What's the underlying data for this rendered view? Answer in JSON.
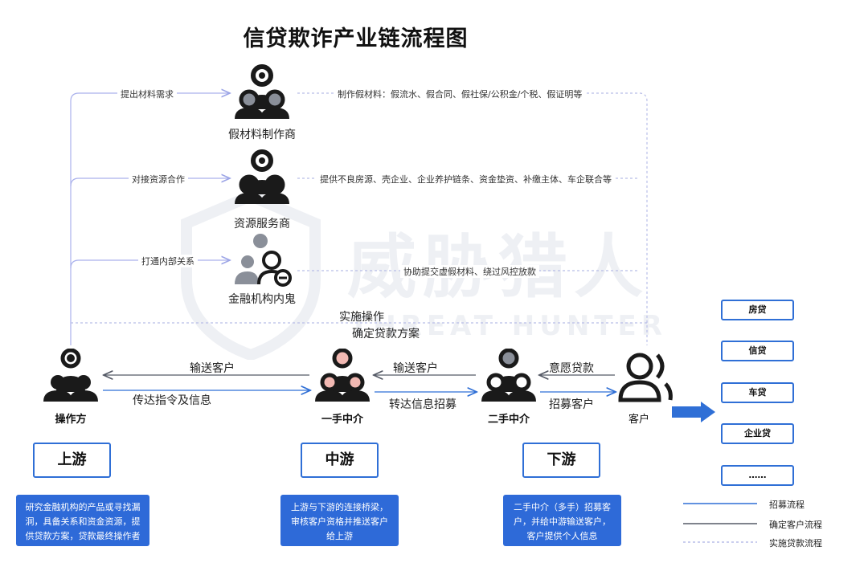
{
  "title": "信贷欺诈产业链流程图",
  "watermark": {
    "main": "威胁猎人",
    "sub": "THREAT HUNTER"
  },
  "suppliers": [
    {
      "name": "假材料制作商",
      "request": "提出材料需求",
      "supply": "制作假材料：假流水、假合同、假社保/公积金/个税、假证明等"
    },
    {
      "name": "资源服务商",
      "request": "对接资源合作",
      "supply": "提供不良房源、壳企业、企业养护链条、资金垫资、补缴主体、车企联合等"
    },
    {
      "name": "金融机构内鬼",
      "request": "打通内部关系",
      "supply": "协助提交虚假材料、绕过风控放款"
    }
  ],
  "execution": {
    "line1": "实施操作",
    "line2": "确定贷款方案"
  },
  "actors": {
    "operator": "操作方",
    "first_agent": "一手中介",
    "second_agent": "二手中介",
    "customer": "客户"
  },
  "flows": {
    "op_to_first": "传达指令及信息",
    "first_to_op": "输送客户",
    "first_to_second": "转达信息招募",
    "second_to_first": "输送客户",
    "second_to_customer": "招募客户",
    "customer_to_second": "意愿贷款"
  },
  "stages": [
    {
      "name": "上游",
      "desc": "研究金融机构的产品或寻找漏洞，具备关系和资金资源，提供贷款方案，贷款最终操作者"
    },
    {
      "name": "中游",
      "desc": "上游与下游的连接桥梁，审核客户资格并推送客户给上游"
    },
    {
      "name": "下游",
      "desc": "二手中介（多手）招募客户，并给中游输送客户，客户提供个人信息"
    }
  ],
  "loan_types": [
    "房贷",
    "信贷",
    "车贷",
    "企业贷",
    "……"
  ],
  "legend": [
    {
      "label": "招募流程",
      "color": "#2f6fd6",
      "style": "solid"
    },
    {
      "label": "确定客户流程",
      "color": "#555a66",
      "style": "solid"
    },
    {
      "label": "实施贷款流程",
      "color": "#b8bde8",
      "style": "dotted"
    }
  ],
  "colors": {
    "accent": "#2f6fd6",
    "dark": "#1a1a1a",
    "dotted": "#b8bde8",
    "pink": "#f2b9b3",
    "gray": "#8a8f99"
  }
}
